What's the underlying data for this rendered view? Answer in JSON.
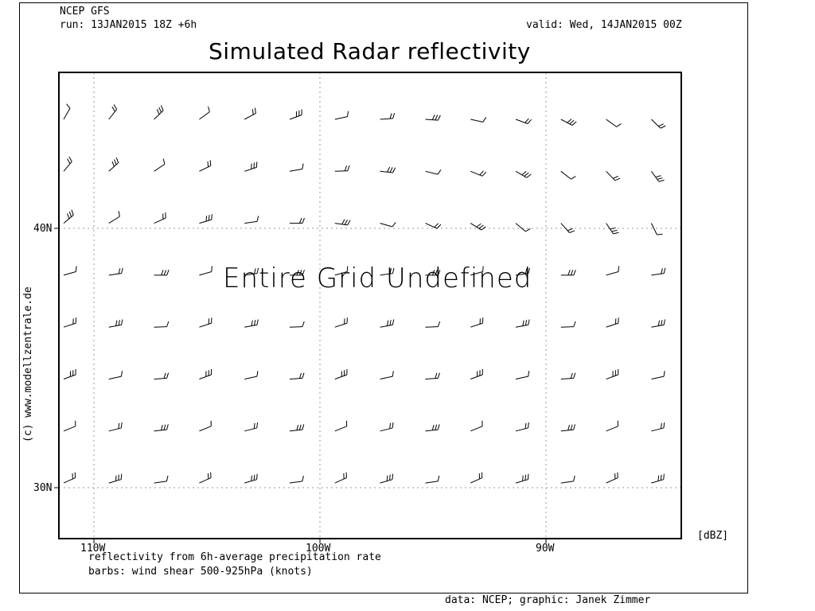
{
  "header": {
    "model": "NCEP GFS",
    "run": "run: 13JAN2015 18Z +6h",
    "valid": "valid: Wed, 14JAN2015 00Z"
  },
  "chart_data": {
    "type": "barbs",
    "title": "Simulated Radar reflectivity",
    "overlay_text": "Entire Grid Undefined",
    "x_tick_labels": [
      "110W",
      "100W",
      "90W"
    ],
    "y_tick_labels": [
      "40N",
      "30N"
    ],
    "unit_label": "[dBZ]",
    "grid": true,
    "barb_columns": 14,
    "barb_rows": 8
  },
  "footer": {
    "line1": "reflectivity from 6h-average precipitation rate",
    "line2": "barbs: wind shear 500-925hPa (knots)",
    "credit": "data: NCEP; graphic: Janek Zimmer"
  },
  "sidebar": {
    "copyright": "(c) www.modellzentrale.de"
  }
}
